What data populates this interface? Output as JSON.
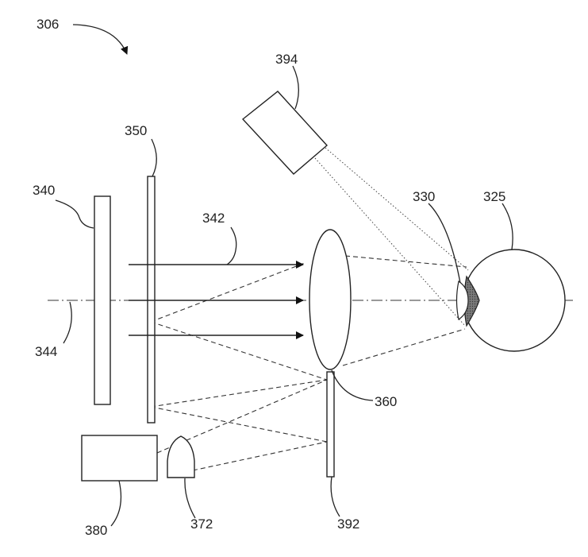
{
  "figure": {
    "labels": {
      "ref_306": "306",
      "ref_394": "394",
      "ref_350": "350",
      "ref_340": "340",
      "ref_342": "342",
      "ref_330": "330",
      "ref_325": "325",
      "ref_344": "344",
      "ref_360": "360",
      "ref_380": "380",
      "ref_372": "372",
      "ref_392": "392"
    }
  }
}
